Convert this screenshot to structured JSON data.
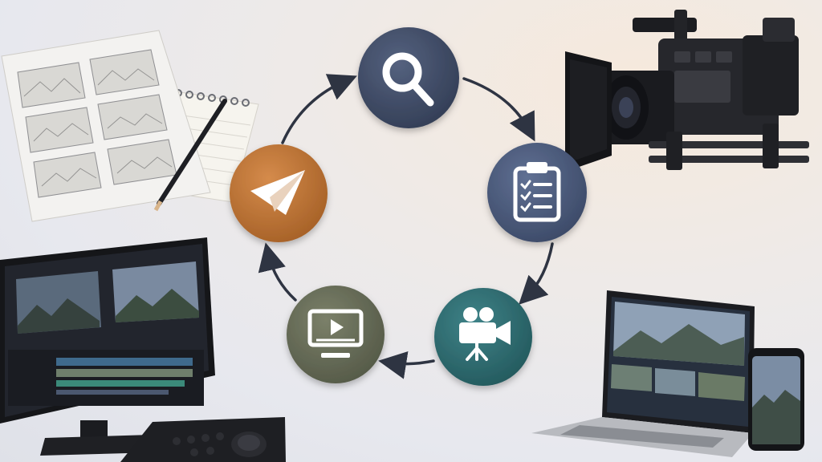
{
  "workflow": {
    "stages": [
      {
        "name": "research",
        "icon": "magnifier-icon",
        "color": "#3e4b66"
      },
      {
        "name": "planning",
        "icon": "clipboard-checklist-icon",
        "color": "#4a5a7c"
      },
      {
        "name": "filming",
        "icon": "video-camera-icon",
        "color": "#2f6e73"
      },
      {
        "name": "editing",
        "icon": "monitor-play-icon",
        "color": "#666b58"
      },
      {
        "name": "distribution",
        "icon": "paper-plane-icon",
        "color": "#bf7535"
      }
    ],
    "direction": "clockwise"
  },
  "props": {
    "storyboard_sheet": "storyboard-sketches",
    "notepad": "spiral-notepad",
    "pencil": "pencil",
    "cinema_camera": "cinema-camera",
    "edit_monitor": "video-editing-monitor",
    "laptop": "laptop-gallery",
    "phone": "smartphone-landscape",
    "controller": "edit-control-surface"
  },
  "colors": {
    "background": "#ebe9ec",
    "arrow": "#2e3442",
    "research": "#3e4b66",
    "planning": "#4a5a7c",
    "filming": "#2f6e73",
    "editing": "#666b58",
    "distribution": "#bf7535"
  }
}
